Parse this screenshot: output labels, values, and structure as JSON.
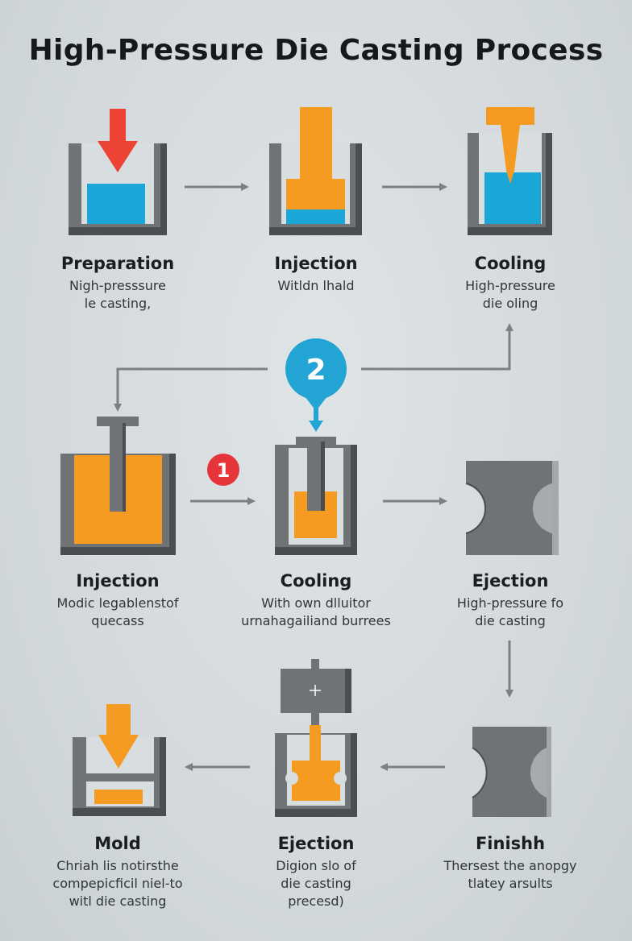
{
  "title": "High-Pressure Die Casting Process",
  "badges": {
    "step_two": "2",
    "step_one": "1"
  },
  "colors": {
    "mold_gray": "#6f7376",
    "mold_shadow": "#4a4e51",
    "metal_orange": "#f59b21",
    "fluid_blue": "#1aa6d6",
    "press_red": "#ec4335",
    "badge_blue": "#22a4d4",
    "badge_red": "#e5353a",
    "arrow_gray": "#7b8084",
    "background": "#d8dee0"
  },
  "steps": [
    {
      "label": "Preparation",
      "desc": [
        "Nigh-presssure",
        "le casting,"
      ]
    },
    {
      "label": "Injection",
      "desc": [
        "Witldn lhald"
      ]
    },
    {
      "label": "Cooling",
      "desc": [
        "High-pressure",
        "die oling"
      ]
    },
    {
      "label": "Injection",
      "desc": [
        "Modic legablenstof",
        "quecass"
      ]
    },
    {
      "label": "Cooling",
      "desc": [
        "With own dlluitor",
        "urnahagailiand burrees"
      ]
    },
    {
      "label": "Ejection",
      "desc": [
        "High-pressure fo",
        "die casting"
      ]
    },
    {
      "label": "Mold",
      "desc": [
        "Chriah lis notirsthe",
        "compepicficil niel-to",
        "witl die casting"
      ]
    },
    {
      "label": "Ejection",
      "desc": [
        "Digion slo of",
        "die casting",
        "precesd)"
      ]
    },
    {
      "label": "Finishh",
      "desc": [
        "Thersest the anopgy",
        "tlatey arsults"
      ]
    }
  ]
}
